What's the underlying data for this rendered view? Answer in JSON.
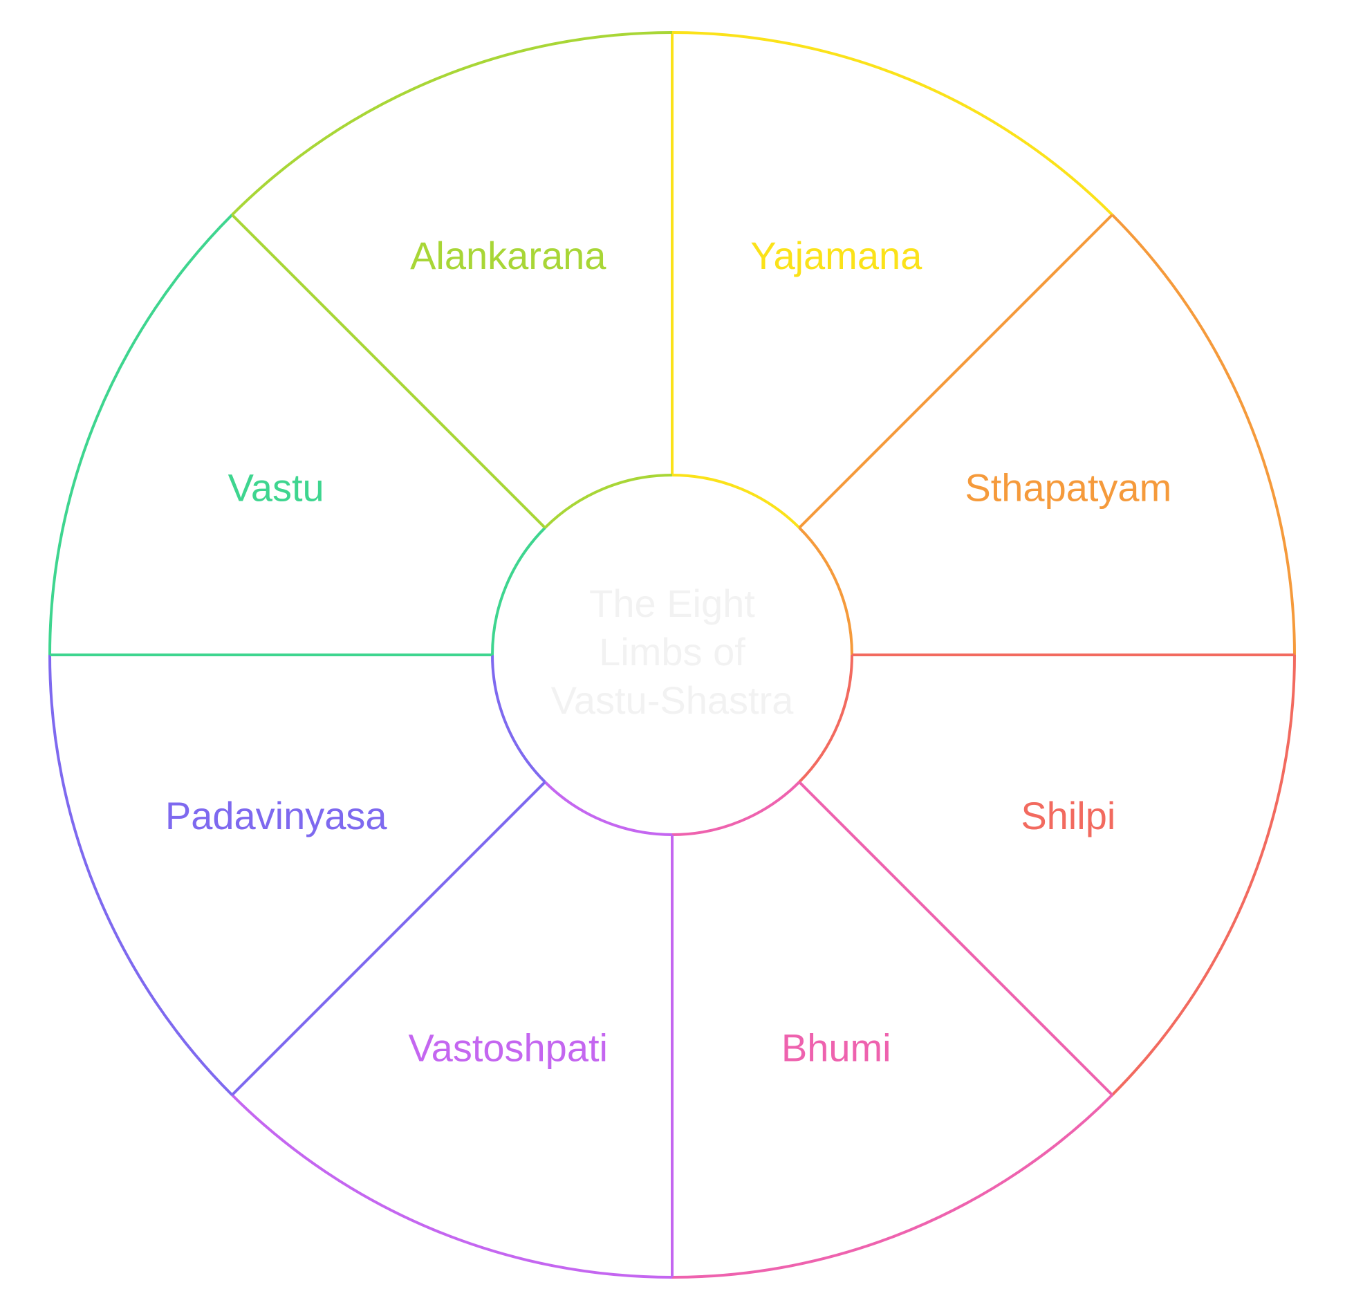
{
  "diagram": {
    "center": {
      "lines": [
        "The Eight",
        "Limbs of",
        "Vastu-Shastra"
      ]
    },
    "segments": [
      {
        "label": "Yajamana",
        "color": "#fbe219"
      },
      {
        "label": "Sthapatyam",
        "color": "#f59a3b"
      },
      {
        "label": "Shilpi",
        "color": "#f26a5f"
      },
      {
        "label": "Bhumi",
        "color": "#ee62ae"
      },
      {
        "label": "Vastoshpati",
        "color": "#c466f0"
      },
      {
        "label": "Padavinyasa",
        "color": "#7e69ef"
      },
      {
        "label": "Vastu",
        "color": "#3ed58f"
      },
      {
        "label": "Alankarana",
        "color": "#a8d636"
      }
    ]
  }
}
